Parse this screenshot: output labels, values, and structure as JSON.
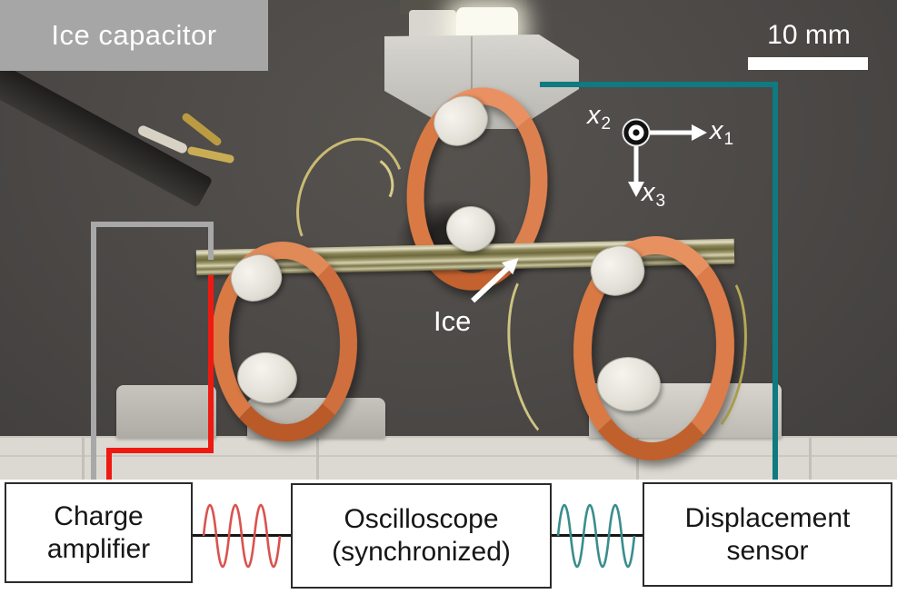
{
  "photo": {
    "badge": "Ice capacitor",
    "scale_label": "10 mm",
    "ice_label": "Ice",
    "axes": {
      "x1": {
        "base": "x",
        "sub": "1"
      },
      "x2": {
        "base": "x",
        "sub": "2"
      },
      "x3": {
        "base": "x",
        "sub": "3"
      }
    }
  },
  "diagram": {
    "boxes": [
      {
        "line1": "Charge",
        "line2": "amplifier"
      },
      {
        "line1": "Oscilloscope",
        "line2": "(synchronized)"
      },
      {
        "line1": "Displacement",
        "line2": "sensor"
      }
    ]
  },
  "colors": {
    "badge_gray": "#a6a6a6",
    "wire_gray": "#a8a8a8",
    "wire_red": "#ee1a12",
    "wire_teal": "#0f7a80",
    "signal_red": "#d9534f",
    "signal_teal": "#3a8d8d",
    "oring_orange": "#dd8050"
  }
}
